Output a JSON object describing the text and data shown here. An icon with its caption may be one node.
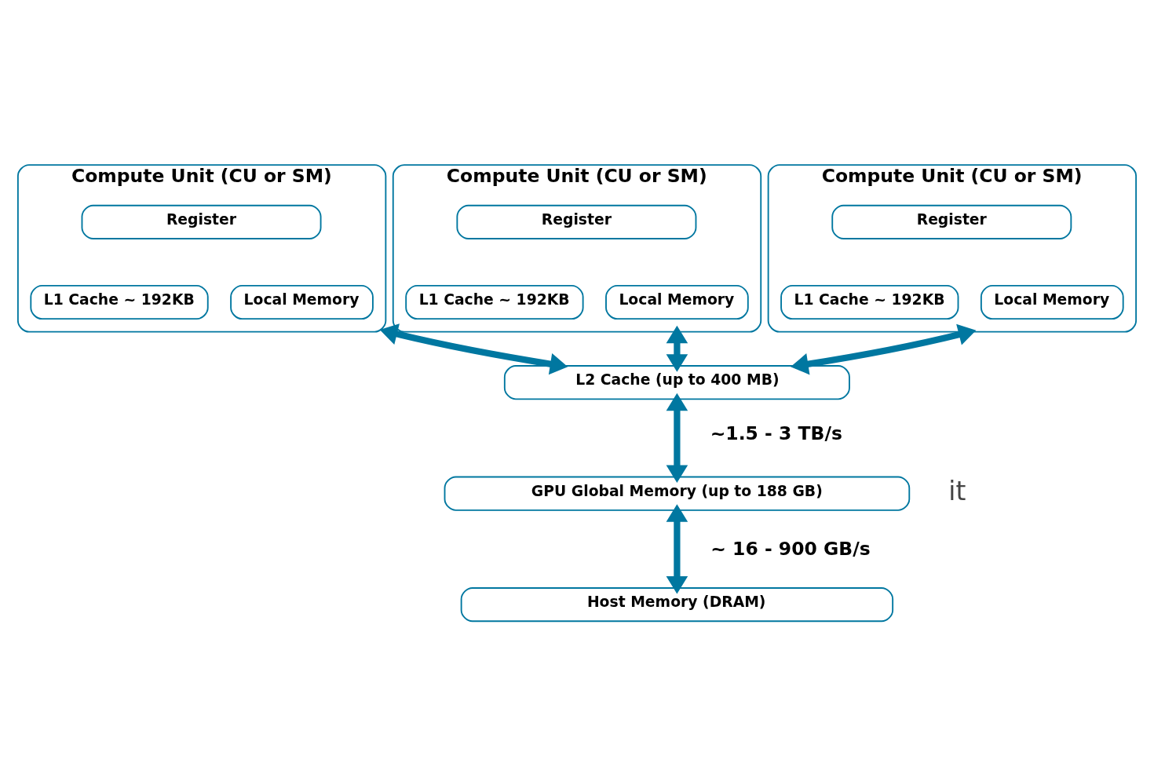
{
  "diagram": {
    "nodes": [
      {
        "text": [
          "Compute Unit (CU or SM)"
        ]
      },
      {
        "text": [
          "Register"
        ],
        "in": 0
      },
      {
        "text": [
          "L1 Cache ~ 192KB"
        ],
        "in": 0
      },
      {
        "text": [
          "Local Memory"
        ],
        "in": 0
      },
      {
        "text": [
          "Compute Unit (CU or SM)"
        ]
      },
      {
        "text": [
          "Register"
        ],
        "in": 4
      },
      {
        "text": [
          "L1 Cache ~ 192KB"
        ],
        "in": 4
      },
      {
        "text": [
          "Local Memory"
        ],
        "in": 4
      },
      {
        "text": [
          "Compute Unit (CU or SM)"
        ]
      },
      {
        "text": [
          "Register"
        ],
        "in": 8
      },
      {
        "text": [
          "L1 Cache ~ 192KB"
        ],
        "in": 8
      },
      {
        "text": [
          "Local Memory"
        ],
        "in": 8
      },
      {
        "text": [
          "L2 Cache (up to 400 MB)"
        ]
      },
      {
        "text": [
          "GPU Global Memory (up to 188 GB)"
        ]
      },
      {
        "text": [
          "Host Memory (DRAM)"
        ]
      }
    ],
    "edges": [
      {
        "from": 0,
        "to": 12,
        "arrow": "both"
      },
      {
        "from": 4,
        "to": 12,
        "arrow": "both"
      },
      {
        "from": 8,
        "to": 12,
        "arrow": "both"
      },
      {
        "from": 12,
        "to": 13,
        "arrow": "both",
        "label": "~1.5 - 3 TB/s"
      },
      {
        "from": 13,
        "to": 14,
        "arrow": "both",
        "label": "~ 16 - 900 GB/s"
      }
    ],
    "labels": [
      "it"
    ]
  }
}
